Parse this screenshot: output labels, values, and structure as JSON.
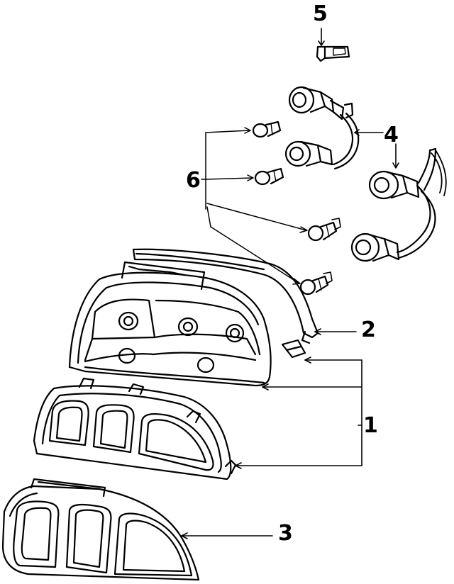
{
  "callouts": {
    "part1": "1",
    "part2": "2",
    "part3": "3",
    "part4": "4",
    "part5": "5",
    "part6": "6"
  },
  "colors": {
    "ink": "#000000",
    "paper": "#ffffff"
  }
}
